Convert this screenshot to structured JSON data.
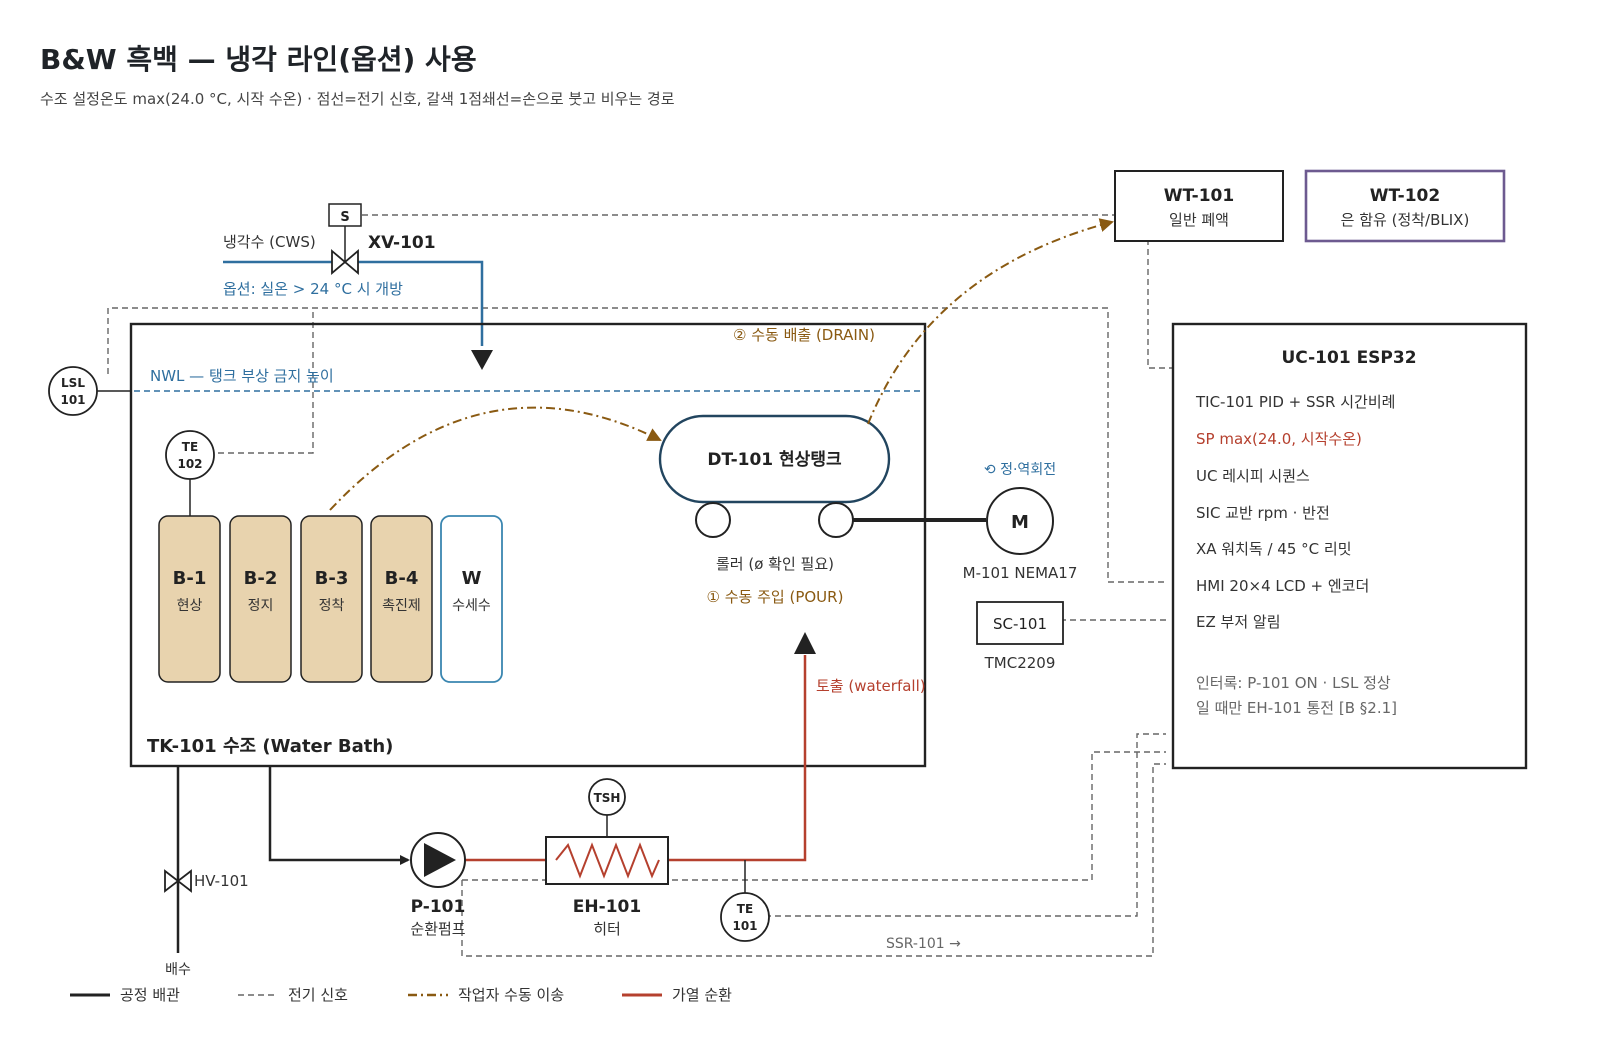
{
  "header": {
    "title": "B&W 흑백 — 냉각 라인(옵션) 사용",
    "subtitle": "수조 설정온도 max(24.0 °C, 시작 수온) · 점선=전기 신호, 갈색 1점쇄선=손으로 붓고 비우는 경로"
  },
  "colors": {
    "process": "#222222",
    "signal": "#666666",
    "manual": "#8a5a12",
    "heating": "#b5402e",
    "cooling": "#2f6f9f",
    "chem_fill": "#e8d3ae",
    "wash_stroke": "#3a86b0",
    "silver_box": "#6d5a90"
  },
  "labels": {
    "wt101_tag": "WT-101",
    "wt101_desc": "일반 폐액",
    "wt102_tag": "WT-102",
    "wt102_desc": "은 함유 (정착/BLIX)",
    "solenoid": "S",
    "xv101_tag": "XV-101",
    "cws_label": "냉각수 (CWS)",
    "cooling_option": "옵션: 실온 > 24 °C 시 개방",
    "lsl_tag": "LSL",
    "lsl_num": "101",
    "nwl_label": "NWL — 탱크 부상 금지 높이",
    "drain_label": "② 수동 배출 (DRAIN)",
    "te102_tag": "TE",
    "te102_num": "102",
    "dt101_label": "DT-101 현상탱크",
    "rotation_label": "⟲ 정·역회전",
    "motor_letter": "M",
    "motor_label": "M-101 NEMA17",
    "roller_label": "롤러 (ø 확인 필요)",
    "pour_label": "① 수동 주입 (POUR)",
    "sc101_tag": "SC-101",
    "sc101_desc": "TMC2209",
    "waterfall_label": "토출 (waterfall)",
    "tk101_label": "TK-101 수조 (Water Bath)",
    "hv101_label": "HV-101",
    "drain_out": "배수",
    "tsh_tag": "TSH",
    "p101_tag": "P-101",
    "p101_desc": "순환펌프",
    "eh101_tag": "EH-101",
    "eh101_desc": "히터",
    "te101_tag": "TE",
    "te101_num": "101",
    "ssr_label": "SSR-101 →"
  },
  "baths": [
    {
      "tag": "B-1",
      "name": "현상"
    },
    {
      "tag": "B-2",
      "name": "정지"
    },
    {
      "tag": "B-3",
      "name": "정착"
    },
    {
      "tag": "B-4",
      "name": "촉진제"
    },
    {
      "tag": "W",
      "name": "수세수"
    }
  ],
  "controller": {
    "title": "UC-101 ESP32",
    "items": [
      "TIC-101 PID + SSR 시간비례",
      "SP max(24.0, 시작수온)",
      "UC 레시피 시퀀스",
      "SIC 교반 rpm · 반전",
      "XA 워치독 / 45 °C 리밋",
      "HMI 20×4 LCD + 엔코더",
      "EZ 부저 알림"
    ],
    "interlock_line1": "인터록: P-101 ON · LSL 정상",
    "interlock_line2": "일 때만 EH-101 통전 [B §2.1]"
  },
  "legend": [
    {
      "style": "process",
      "label": "공정 배관"
    },
    {
      "style": "signal",
      "label": "전기 신호"
    },
    {
      "style": "manual",
      "label": "작업자 수동 이송"
    },
    {
      "style": "heating",
      "label": "가열 순환"
    }
  ]
}
